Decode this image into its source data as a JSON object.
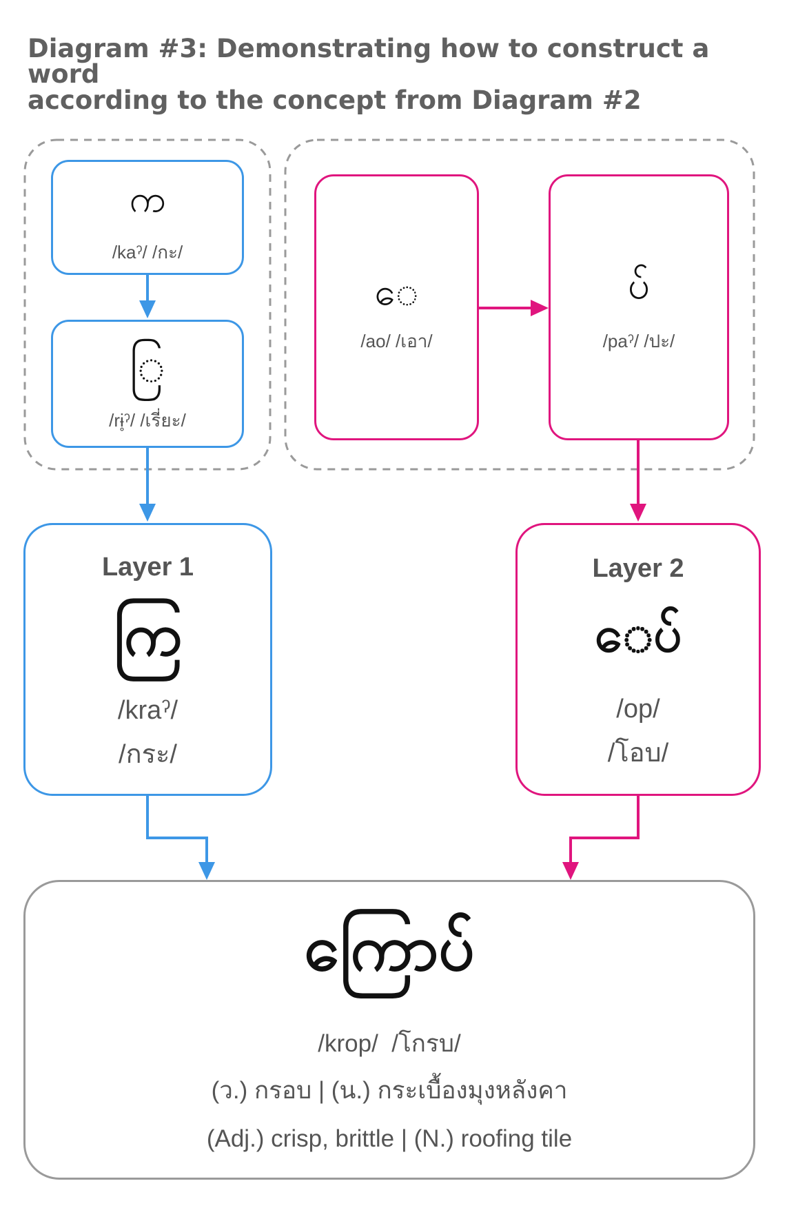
{
  "title": {
    "line1": "Diagram #3: Demonstrating how to construct a word",
    "line2": "according to the concept from Diagram #2"
  },
  "colors": {
    "blue": "#3d97e6",
    "pink": "#e0157e",
    "grey": "#9a9a9a",
    "text": "#555555"
  },
  "components": {
    "ka": {
      "glyph": "က",
      "ipa": "/kaˀ/ /กะ/"
    },
    "ra": {
      "glyph": "ြ",
      "ipa": "/rɨ̥ˀ/ /เรี่ยะ/"
    },
    "ao": {
      "glyph": "ေ",
      "ipa": "/ao/ /เอา/"
    },
    "pa": {
      "glyph": "ပ်",
      "ipa": "/paˀ/ /ปะ/"
    }
  },
  "layer1": {
    "title": "Layer 1",
    "glyph": "ကြ",
    "ipa_line1": "/kraˀ/",
    "ipa_line2": "/กระ/"
  },
  "layer2": {
    "title": "Layer 2",
    "glyph": "ေပ်",
    "ipa_line1": "/op/",
    "ipa_line2": "/โอบ/"
  },
  "result": {
    "glyph": "ကြောပ်",
    "ipa": "/krop/  /โกรบ/",
    "thai_meaning": "(ว.) กรอบ | (น.) กระเบื้องมุงหลังคา",
    "english_meaning": "(Adj.) crisp, brittle | (N.) roofing tile"
  }
}
